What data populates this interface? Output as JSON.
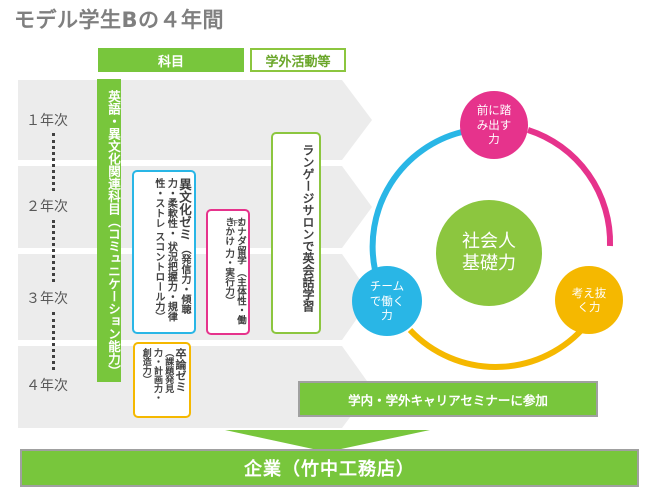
{
  "title": "モデル学生Bの４年間",
  "headers": {
    "subject": "科目",
    "extracurricular": "学外活動等"
  },
  "years": [
    "１年次",
    "２年次",
    "３年次",
    "４年次"
  ],
  "colors": {
    "green": "#78c63c",
    "blue": "#29b6e6",
    "pink": "#e6338c",
    "yellow": "#f5b800",
    "arrow_gray": "#ececec"
  },
  "boxes": {
    "english": "英語・異文化関連科目（コミュニケーション能力）",
    "ibunka_title": "異文化ゼミ",
    "ibunka_body_1": "（発信力・傾聴力・柔軟性・",
    "ibunka_body_2": "状況把握力・規律性・ストレ",
    "ibunka_body_3": "スコントロール力）",
    "fs_label": "FS",
    "fs_title": "カナダ留学",
    "fs_body_1": "（主体性・働きかけ",
    "fs_body_2": "力・実行力）",
    "language_salon": "ランゲージサロンで英会話学習",
    "sotsuron_title": "卒論ゼミ",
    "sotsuron_body_1": "（課題発見",
    "sotsuron_body_2": "力・計画力・",
    "sotsuron_body_3": "創造力）"
  },
  "career_seminar": "学内・学外キャリアセミナーに参加",
  "company": "企業（竹中工務店）",
  "cycle": {
    "center_line1": "社会人",
    "center_line2": "基礎力",
    "top_line1": "前に踏",
    "top_line2": "み出す",
    "top_line3": "力",
    "right_line1": "考え抜",
    "right_line2": "く力",
    "left_line1": "チーム",
    "left_line2": "で働く",
    "left_line3": "力"
  }
}
